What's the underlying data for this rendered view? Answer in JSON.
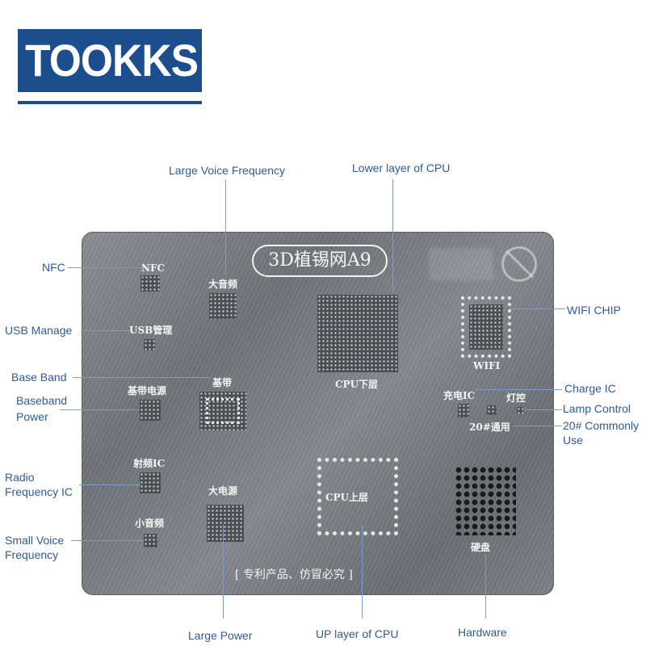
{
  "brand": {
    "logo_text": "TOOKKS",
    "color": "#1c4e8e"
  },
  "plate": {
    "title": "3D植锡网A9",
    "footer": "[ 专利产品、仿冒必究 ]",
    "labels": {
      "nfc": "NFC",
      "usb": "USB管理",
      "baseband_power": "基带电源",
      "radio_ic": "射频IC",
      "small_voice": "小音频",
      "large_voice": "大音频",
      "baseband": "基带",
      "large_power": "大电源",
      "cpu_lower": "CPU下层",
      "cpu_upper": "CPU上层",
      "wifi": "WIFI",
      "charge_ic": "充电IC",
      "lamp": "灯控",
      "common_use": "20#通用",
      "hardware": "硬盘"
    }
  },
  "callouts": {
    "large_voice": "Large Voice Frequency",
    "cpu_lower": "Lower layer of CPU",
    "nfc": "NFC",
    "usb": "USB Manage",
    "base_band": "Base Band",
    "baseband_power_1": "Baseband",
    "baseband_power_2": "Power",
    "radio_1": "Radio",
    "radio_2": "Frequency IC",
    "small_voice_1": "Small Voice",
    "small_voice_2": "Frequency",
    "wifi": "WIFI CHIP",
    "charge": "Charge IC",
    "lamp": "Lamp Control",
    "common_1": "20# Commonly",
    "common_2": "Use",
    "large_power": "Large Power",
    "cpu_upper": "UP layer  of CPU",
    "hardware": "Hardware"
  },
  "colors": {
    "callout_text": "#2d5b9a",
    "callout_line": "#7d9cc6"
  }
}
